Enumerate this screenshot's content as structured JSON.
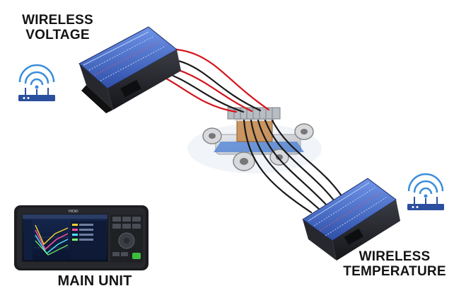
{
  "labels": {
    "wireless_voltage_line1": "WIRELESS",
    "wireless_voltage_line2": "VOLTAGE",
    "wireless_temperature_line1": "WIRELESS",
    "wireless_temperature_line2": "TEMPERATURE",
    "main_unit": "MAIN UNIT"
  },
  "main_unit_brand": "HIOKI",
  "colors": {
    "module_body": "#1d1f24",
    "terminal_blue": "#3f66c8",
    "wire_red": "#d4141c",
    "wire_black": "#1a1a1a",
    "wifi_blue": "#2a4f9e",
    "wifi_icon": "#3a8ddb",
    "screen_bg": "#0c1a36"
  },
  "icons": [
    "wifi-router-icon-left",
    "wifi-router-icon-right"
  ]
}
